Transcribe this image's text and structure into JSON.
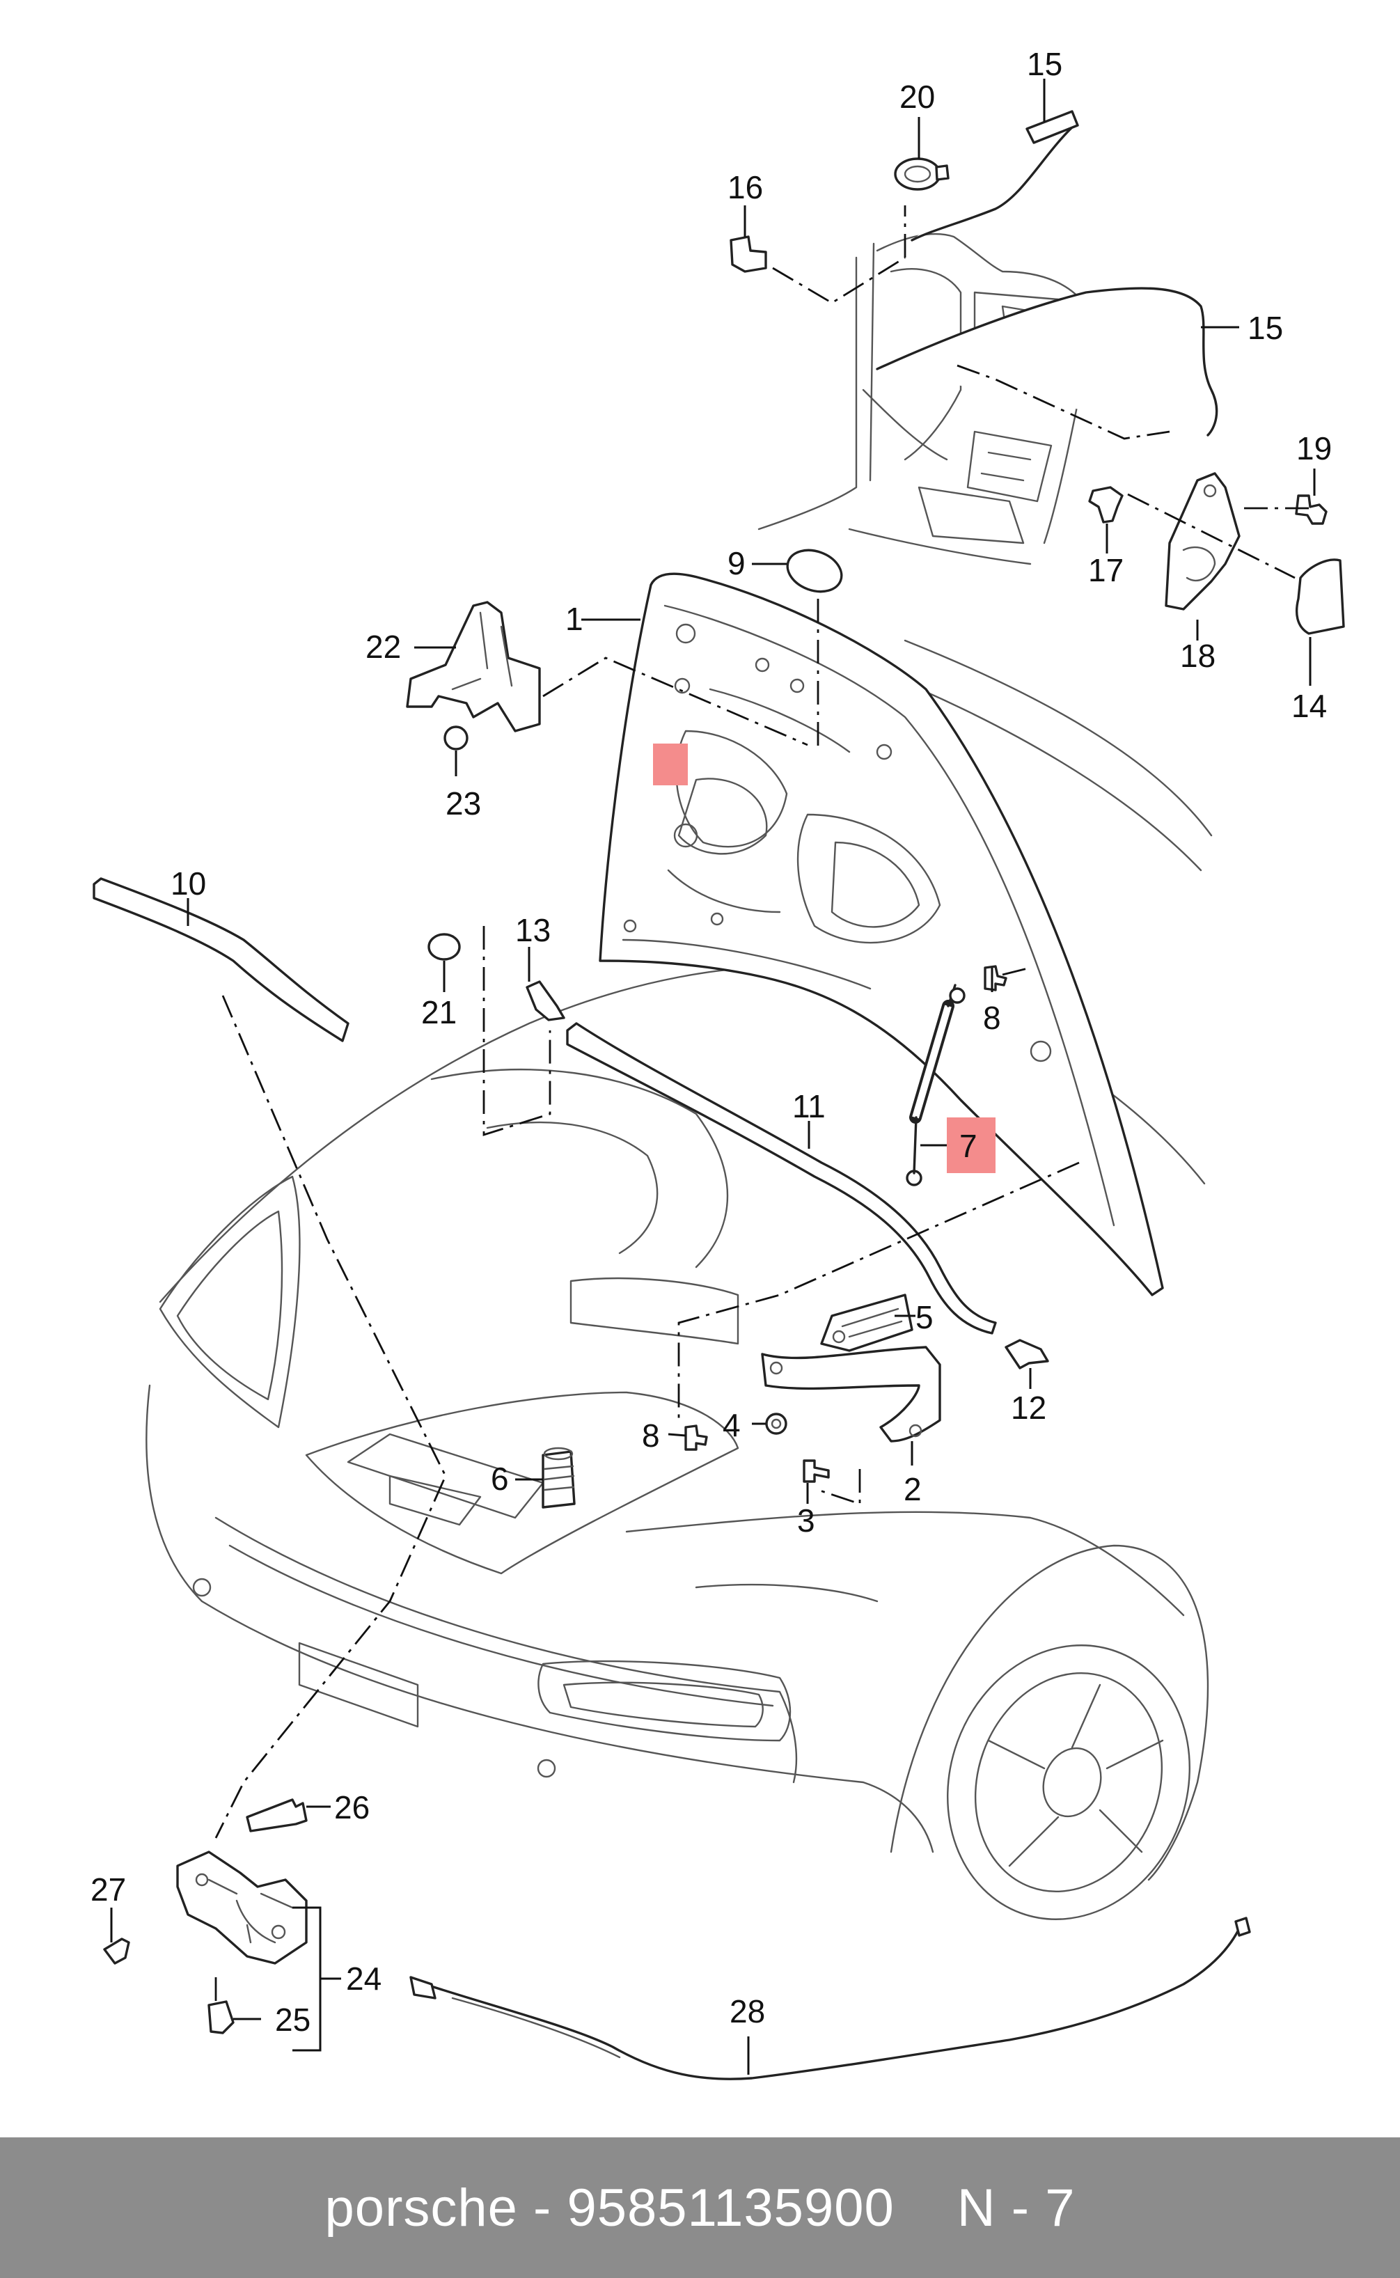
{
  "footer": {
    "brand_part": "porsche - 95851135900",
    "ref": "N - 7"
  },
  "colors": {
    "highlight": "#f48c8c",
    "footer_bg": "#8c8c8c",
    "footer_text": "#ffffff"
  },
  "diagram": {
    "callouts": {
      "c1": "1",
      "c2": "2",
      "c3": "3",
      "c4": "4",
      "c5": "5",
      "c6": "6",
      "c7": "7",
      "c8a": "8",
      "c8b": "8",
      "c9": "9",
      "c10": "10",
      "c11": "11",
      "c12": "12",
      "c13": "13",
      "c14": "14",
      "c15a": "15",
      "c15b": "15",
      "c16": "16",
      "c17": "17",
      "c18": "18",
      "c19": "19",
      "c20": "20",
      "c21": "21",
      "c22": "22",
      "c23": "23",
      "c24": "24",
      "c25": "25",
      "c26": "26",
      "c27": "27",
      "c28": "28"
    },
    "highlighted_part": "7"
  }
}
